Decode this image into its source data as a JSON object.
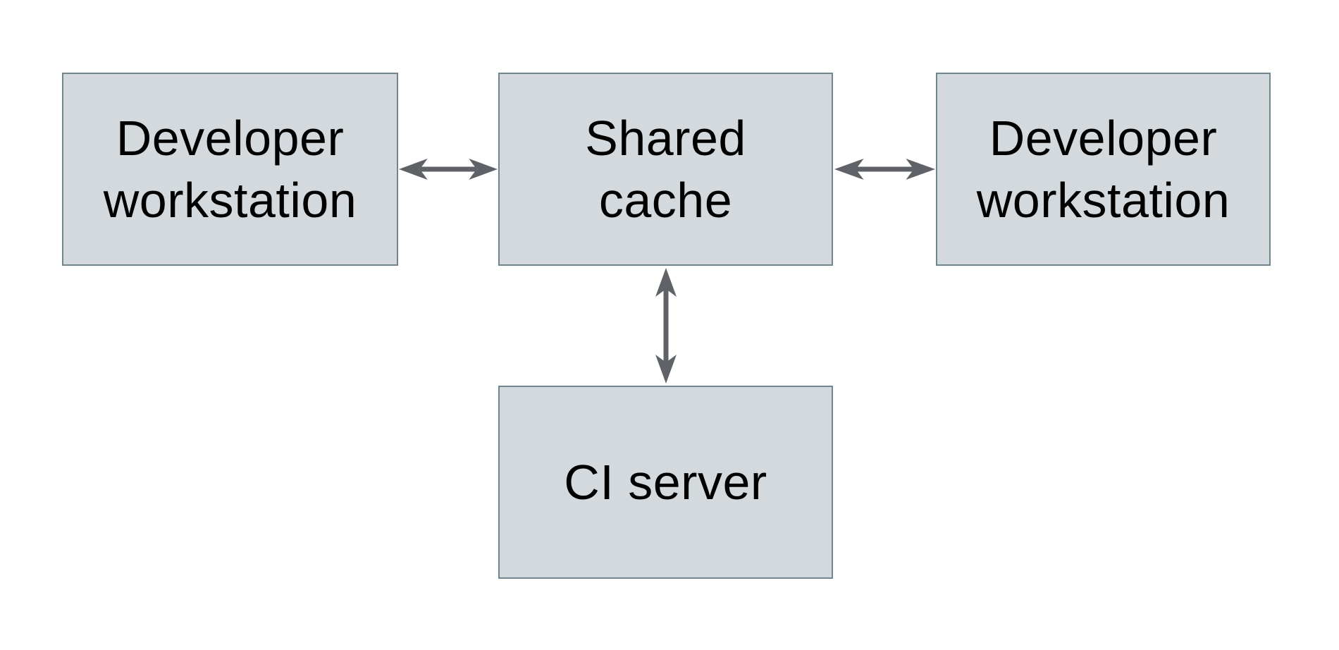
{
  "diagram": {
    "colors": {
      "background": "#ffffff",
      "node_fill": "#d3d9dc",
      "node_border": "#71858f",
      "arrow": "#5f6368",
      "text": "#000000"
    },
    "nodes": [
      {
        "id": "developer-workstation-left",
        "label": "Developer workstation",
        "lines": [
          "Developer",
          "workstation"
        ]
      },
      {
        "id": "shared-cache",
        "label": "Shared cache",
        "lines": [
          "Shared",
          "cache"
        ]
      },
      {
        "id": "developer-workstation-right",
        "label": "Developer workstation",
        "lines": [
          "Developer",
          "workstation"
        ]
      },
      {
        "id": "ci-server",
        "label": "CI server",
        "lines": [
          "CI server"
        ]
      }
    ],
    "edges": [
      {
        "from": "developer-workstation-left",
        "to": "shared-cache",
        "style": "bidirectional-arrow",
        "orientation": "horizontal"
      },
      {
        "from": "shared-cache",
        "to": "developer-workstation-right",
        "style": "bidirectional-arrow",
        "orientation": "horizontal"
      },
      {
        "from": "shared-cache",
        "to": "ci-server",
        "style": "bidirectional-arrow",
        "orientation": "vertical"
      }
    ]
  }
}
